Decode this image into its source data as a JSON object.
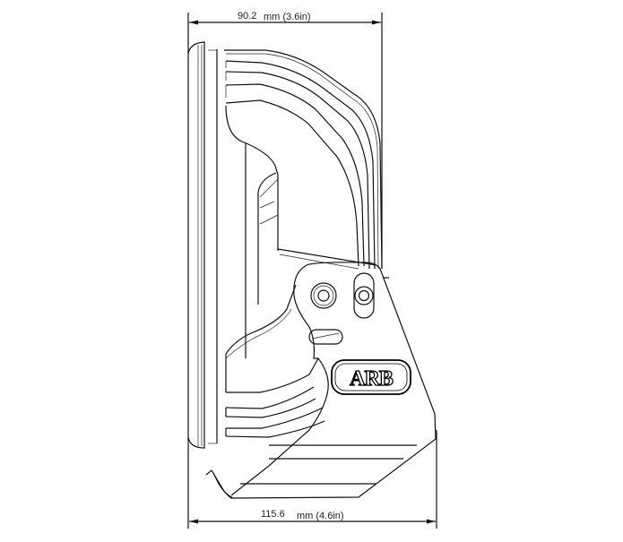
{
  "dimensions": {
    "width_top": {
      "value": "90.2",
      "unit": "mm (3.6in)"
    },
    "width_bottom": {
      "value": "115.6",
      "unit": "mm (4.6in)"
    }
  },
  "logo": {
    "text": "ARB"
  }
}
